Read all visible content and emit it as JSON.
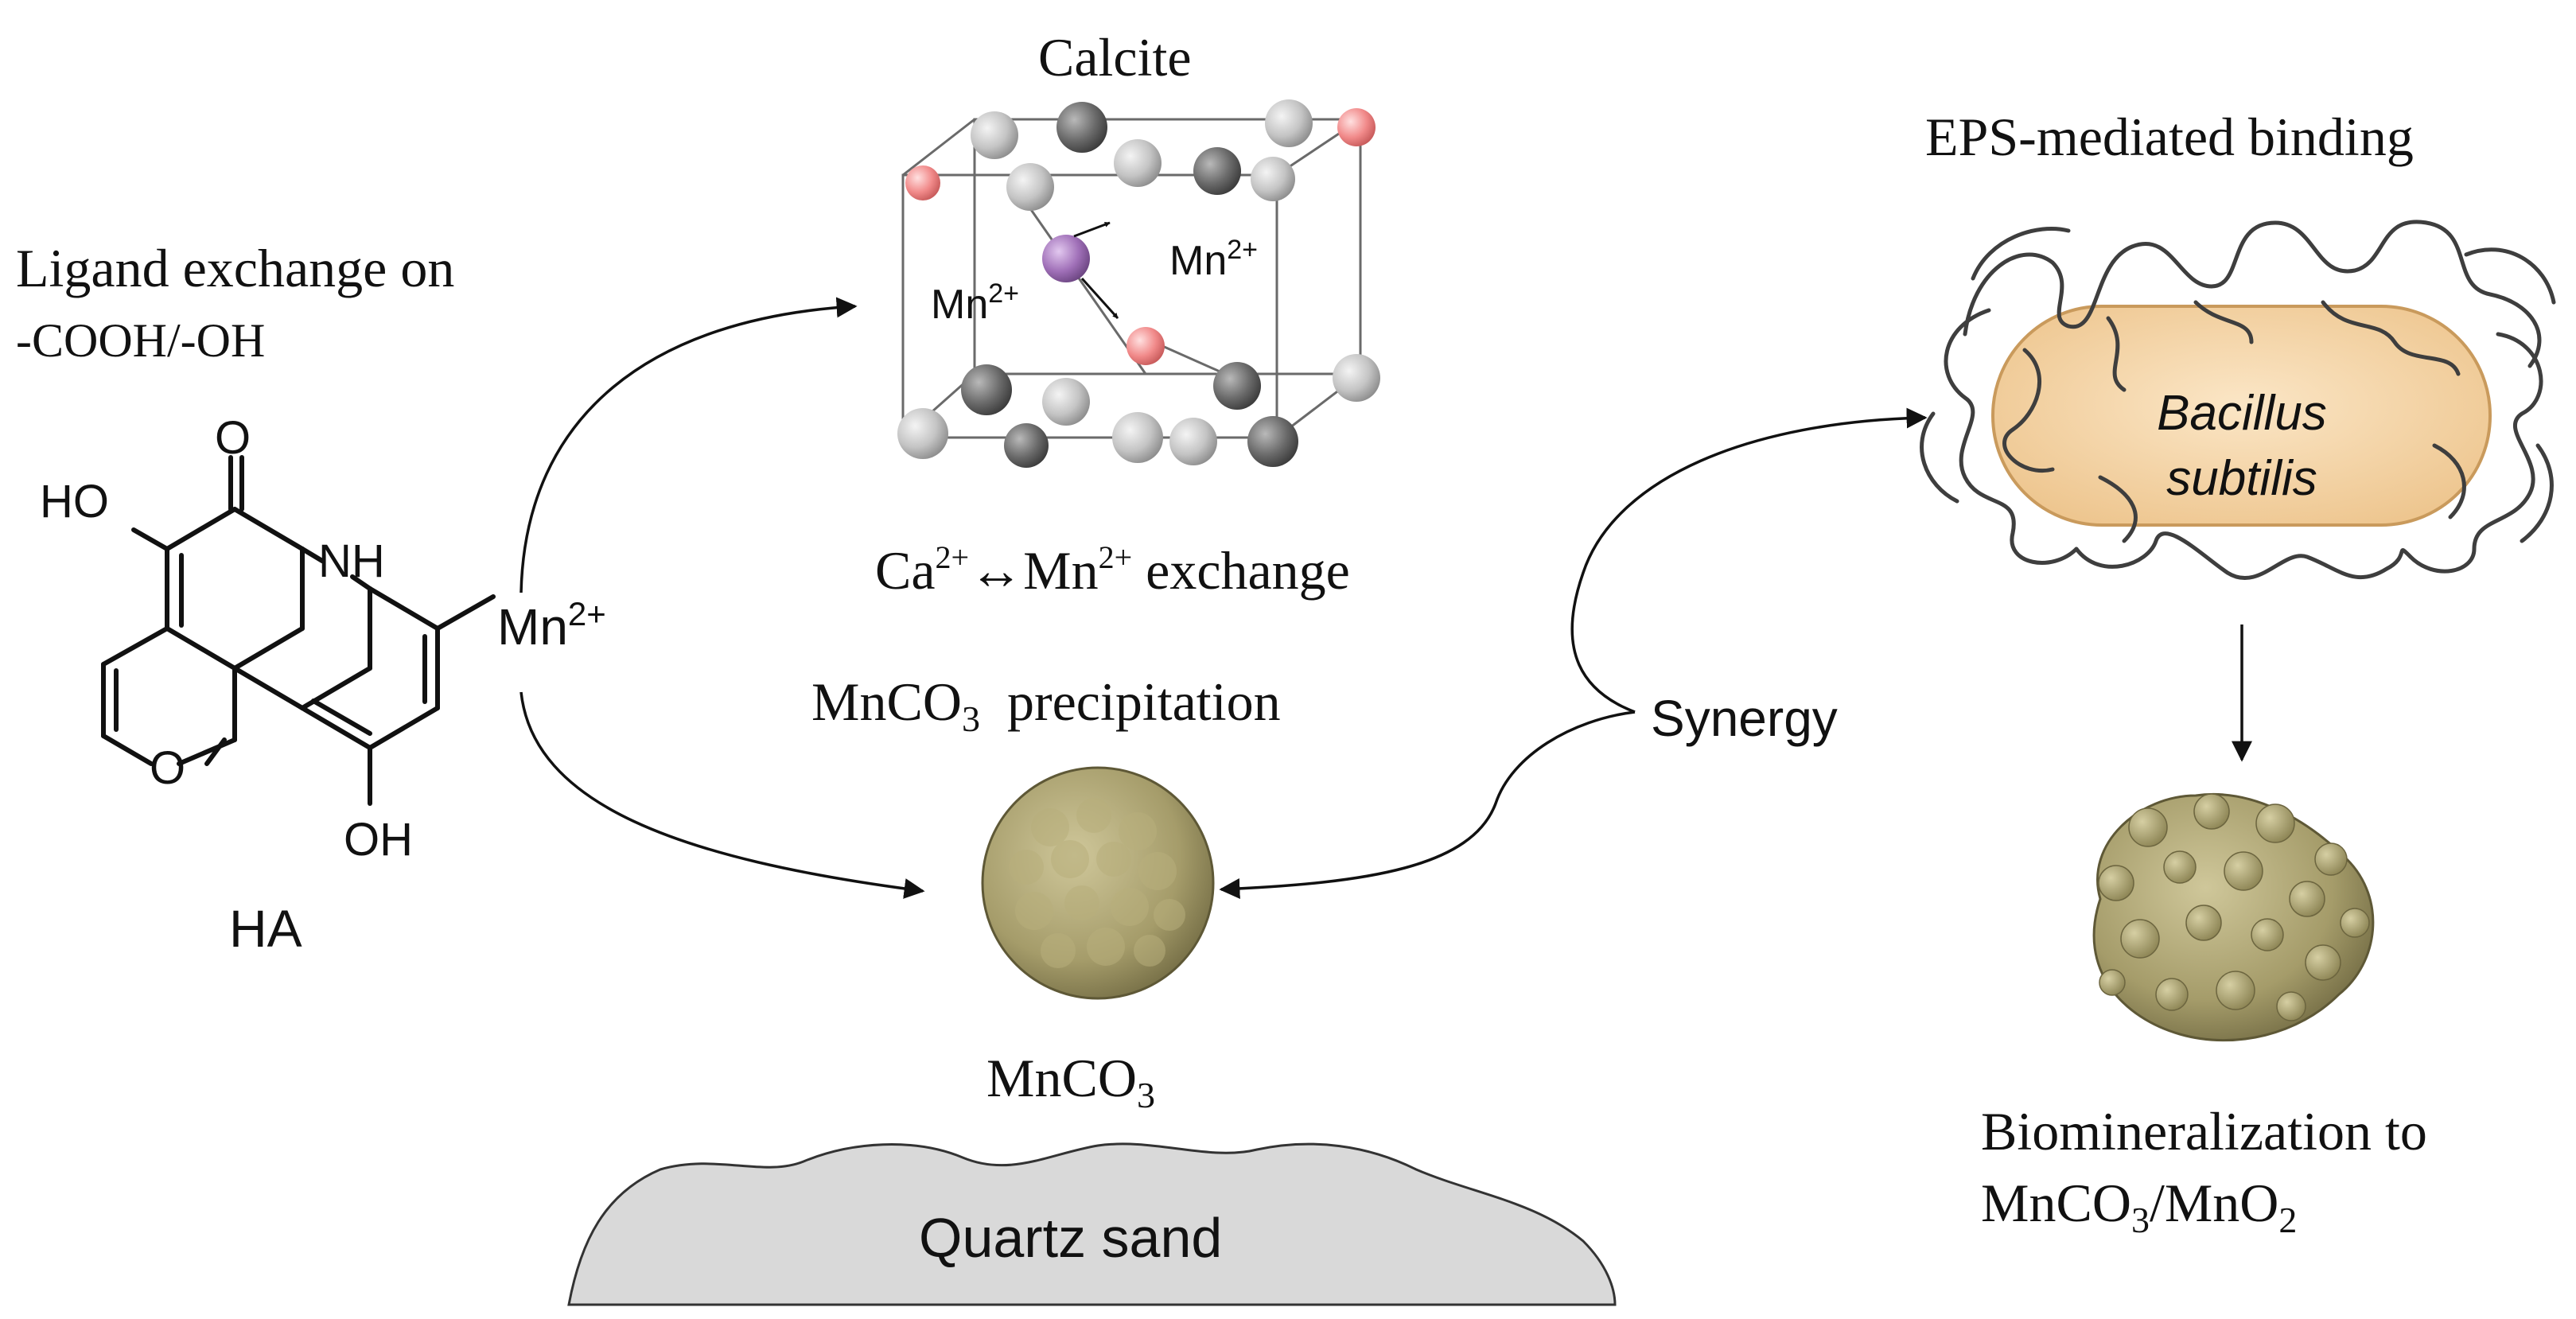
{
  "left": {
    "title_line1": "Ligand exchange on",
    "title_line2": "-COOH/-OH",
    "atoms": {
      "O_top": "O",
      "HO": "HO",
      "NH": "NH",
      "O_ring": "O",
      "OH": "OH"
    },
    "mn_label": "Mn",
    "mn_charge": "2+",
    "compound": "HA"
  },
  "calcite": {
    "title": "Calcite",
    "mn_left": "Mn",
    "mn_left_charge": "2+",
    "mn_right": "Mn",
    "mn_right_charge": "2+",
    "exchange_ca": "Ca",
    "exchange_ca_charge": "2+",
    "exchange_arrow": "↔",
    "exchange_mn": "Mn",
    "exchange_mn_charge": "2+",
    "exchange_word": " exchange"
  },
  "precipitation": {
    "title_pre": "MnCO",
    "title_sub": "3",
    "title_post": "  precipitation",
    "particle_pre": "MnCO",
    "particle_sub": "3"
  },
  "quartz": {
    "label": "Quartz sand"
  },
  "synergy": {
    "label": "Synergy"
  },
  "eps": {
    "title": "EPS-mediated binding",
    "species_line1": "Bacillus",
    "species_line2": "subtilis"
  },
  "biomin": {
    "line1": "Biomineralization to",
    "line2_a": "MnCO",
    "line2_a_sub": "3",
    "line2_slash": "/MnO",
    "line2_b_sub": "2"
  },
  "colors": {
    "ink": "#111111",
    "bacterium_fill": "#f3d3a6",
    "bacterium_stroke": "#c99a5c",
    "mineral": "#a59c6a",
    "quartz": "#d9d9d9",
    "calcium_sphere": "#c8c8c8",
    "carbon_sphere": "#6e6e6e",
    "oxygen_sphere": "#f08c8c",
    "manganese_sphere": "#a070b8"
  }
}
